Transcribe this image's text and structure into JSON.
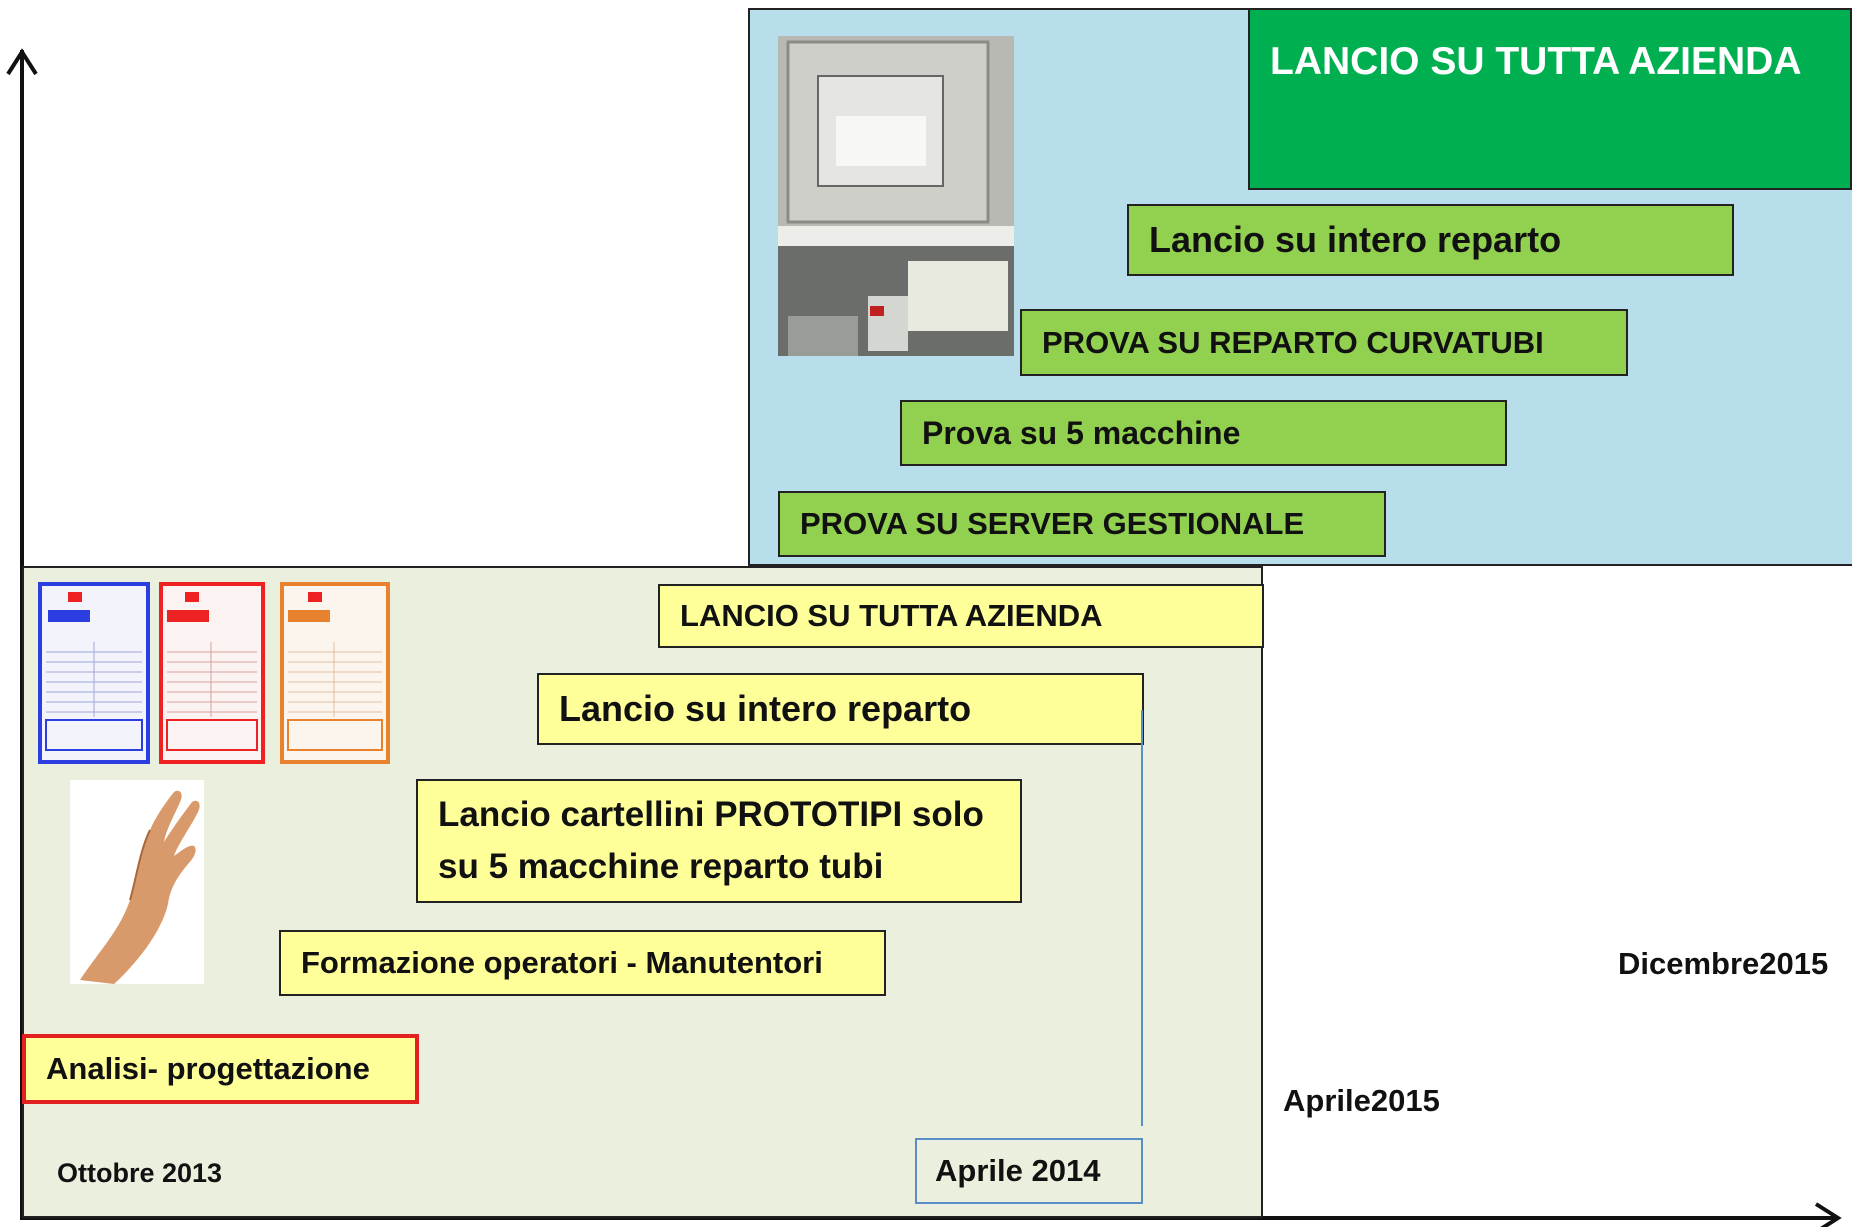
{
  "phase2": {
    "steps": [
      "LANCIO SU TUTTA AZIENDA",
      "Lancio su intero reparto",
      "PROVA SU REPARTO CURVATUBI",
      "Prova su 5 macchine",
      "PROVA  SU SERVER GESTIONALE"
    ]
  },
  "phase1": {
    "steps": [
      "LANCIO SU TUTTA AZIENDA",
      "Lancio su intero reparto",
      "Lancio cartellini PROTOTIPI solo",
      "su 5 macchine reparto tubi",
      "Formazione operatori - Manutentori",
      "Analisi- progettazione"
    ]
  },
  "dates": {
    "start": "Ottobre 2013",
    "mid": "Aprile 2014",
    "phase2_start": "Aprile2015",
    "end": "Dicembre2015"
  },
  "colors": {
    "phase2_panel": "#b7deea",
    "phase1_panel": "#ebf0de",
    "green_box": "#92d050",
    "dark_green_box": "#00b050",
    "yellow_box": "#ffff99",
    "highlight_border": "#e32020"
  },
  "icons": [
    "monitor-photo",
    "operator-card-blue",
    "safety-card-red",
    "maintenance-card-orange",
    "hand-photo"
  ]
}
